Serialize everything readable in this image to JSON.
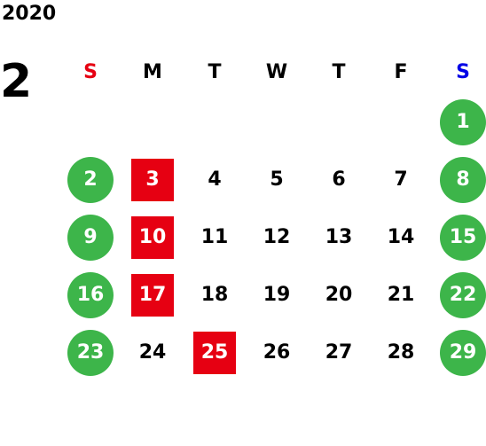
{
  "calendar": {
    "year": "2020",
    "month": "2",
    "weekday_headers": [
      {
        "label": "S",
        "color": "#e60012"
      },
      {
        "label": "M",
        "color": "#000000"
      },
      {
        "label": "T",
        "color": "#000000"
      },
      {
        "label": "W",
        "color": "#000000"
      },
      {
        "label": "T",
        "color": "#000000"
      },
      {
        "label": "F",
        "color": "#000000"
      },
      {
        "label": "S",
        "color": "#0000e6"
      }
    ],
    "weeks": [
      [
        null,
        null,
        null,
        null,
        null,
        null,
        {
          "day": "1",
          "type": "weekend"
        }
      ],
      [
        {
          "day": "2",
          "type": "weekend"
        },
        {
          "day": "3",
          "type": "holiday"
        },
        {
          "day": "4",
          "type": "normal"
        },
        {
          "day": "5",
          "type": "normal"
        },
        {
          "day": "6",
          "type": "normal"
        },
        {
          "day": "7",
          "type": "normal"
        },
        {
          "day": "8",
          "type": "weekend"
        }
      ],
      [
        {
          "day": "9",
          "type": "weekend"
        },
        {
          "day": "10",
          "type": "holiday"
        },
        {
          "day": "11",
          "type": "normal"
        },
        {
          "day": "12",
          "type": "normal"
        },
        {
          "day": "13",
          "type": "normal"
        },
        {
          "day": "14",
          "type": "normal"
        },
        {
          "day": "15",
          "type": "weekend"
        }
      ],
      [
        {
          "day": "16",
          "type": "weekend"
        },
        {
          "day": "17",
          "type": "holiday"
        },
        {
          "day": "18",
          "type": "normal"
        },
        {
          "day": "19",
          "type": "normal"
        },
        {
          "day": "20",
          "type": "normal"
        },
        {
          "day": "21",
          "type": "normal"
        },
        {
          "day": "22",
          "type": "weekend"
        }
      ],
      [
        {
          "day": "23",
          "type": "weekend"
        },
        {
          "day": "24",
          "type": "normal"
        },
        {
          "day": "25",
          "type": "holiday"
        },
        {
          "day": "26",
          "type": "normal"
        },
        {
          "day": "27",
          "type": "normal"
        },
        {
          "day": "28",
          "type": "normal"
        },
        {
          "day": "29",
          "type": "weekend"
        }
      ]
    ]
  },
  "colors": {
    "weekend_circle": "#3db54a",
    "holiday_square": "#e60012",
    "text": "#000000"
  }
}
